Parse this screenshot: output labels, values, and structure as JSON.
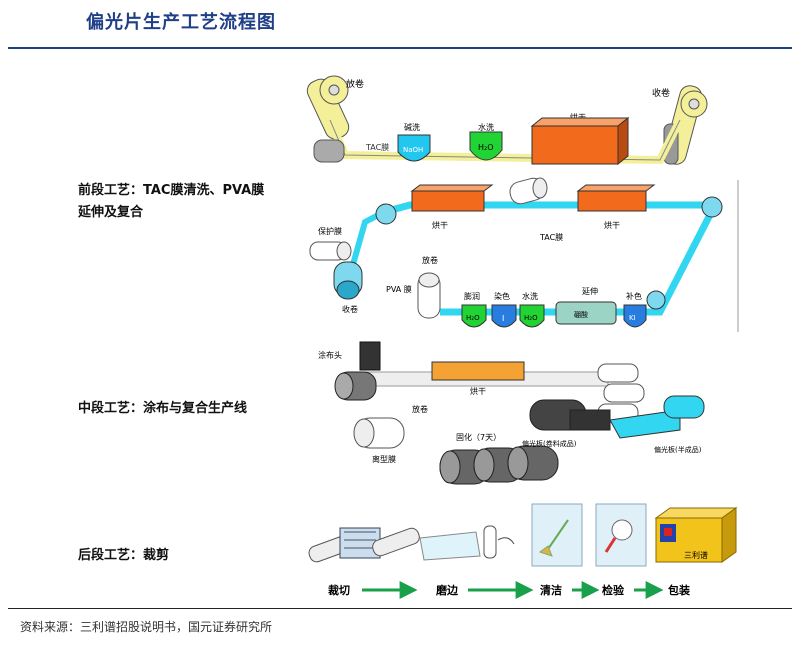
{
  "title": "偏光片生产工艺流程图",
  "source": "资料来源：三利谱招股说明书，国元证券研究所",
  "stages": {
    "front_line1": "前段工艺：TAC膜清洗、PVA膜",
    "front_line2": "延伸及复合",
    "middle": "中段工艺：涂布与复合生产线",
    "back": "后段工艺：裁剪"
  },
  "front_top": {
    "unwind": "放卷",
    "rewind": "收卷",
    "tac_film": "TAC膜",
    "alkali": "碱洗",
    "naoh": "NaOH",
    "water_wash": "水洗",
    "h2o": "H₂O",
    "dry": "烘干"
  },
  "front_bottom": {
    "protect_film": "保护膜",
    "rewind": "收卷",
    "unwind": "放卷",
    "pva_film": "PVA 膜",
    "dry_left": "烘干",
    "dry_right": "烘干",
    "tac_film": "TAC膜",
    "swell": "膨润",
    "dye": "染色",
    "water_wash": "水洗",
    "stretch": "延伸",
    "replenish": "补色",
    "h2o": "H₂O",
    "iodine": "I",
    "boric": "硼酸",
    "ki": "KI"
  },
  "middle_line": {
    "coating_head": "涂布头",
    "dry": "烘干",
    "unwind": "放卷",
    "release_film": "离型膜",
    "curing": "固化（7天）",
    "polarizer_roll": "偏光板(卷料成品)",
    "polarizer_semi": "偏光板(半成品)"
  },
  "back_flow": {
    "cut": "裁切",
    "edge": "磨边",
    "clean": "清洁",
    "inspect": "检验",
    "pack": "包装",
    "box_label": "三利谱"
  },
  "colors": {
    "title": "#1f3f87",
    "cyan_film": "#33d6f0",
    "yellow_roll": "#f4f09a",
    "orange_dryer": "#f26a1b",
    "green_tank": "#22d433",
    "blue_tank": "#2a7de0",
    "arrow_green": "#18a04a"
  }
}
